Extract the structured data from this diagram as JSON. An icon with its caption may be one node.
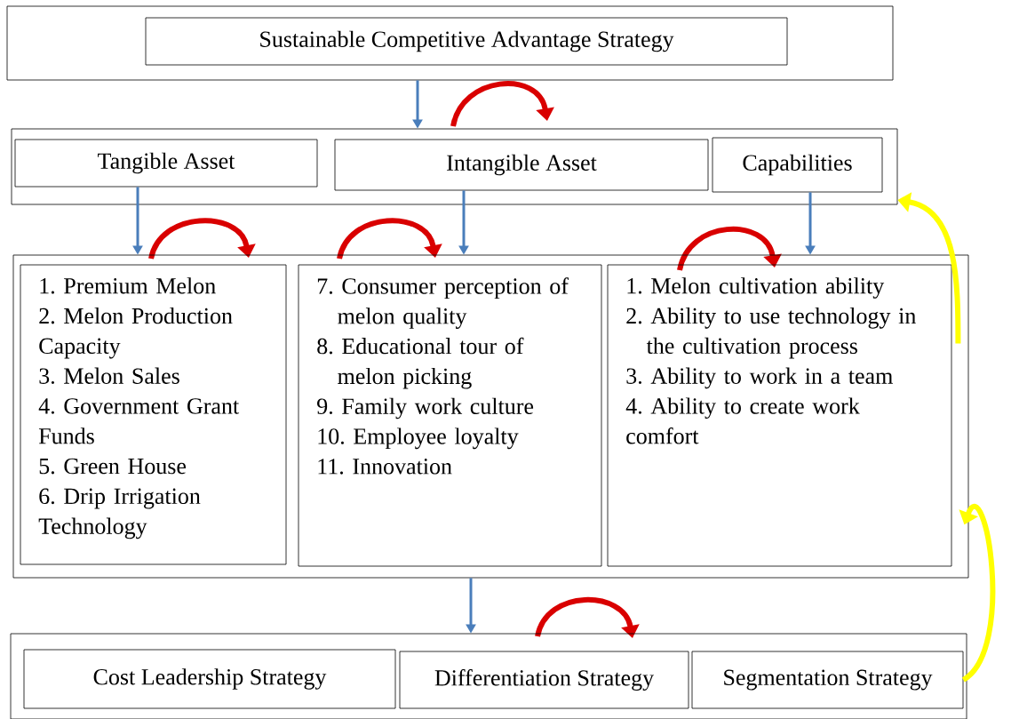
{
  "diagram": {
    "nodes": [
      {
        "text": [],
        "shape": "box"
      },
      {
        "text": [
          "Sustainable Competitive Advantage Strategy"
        ],
        "in": 0
      },
      {
        "text": [],
        "shape": "box"
      },
      {
        "text": [
          "Tangible Asset"
        ],
        "in": 2
      },
      {
        "text": [
          "Intangible Asset"
        ],
        "in": 2
      },
      {
        "text": [
          "Capabilities"
        ],
        "in": 2
      },
      {
        "text": [],
        "shape": "box"
      },
      {
        "text": [
          "1. Premium Melon",
          "2. Melon Production Capacity",
          "3. Melon Sales",
          "4. Government Grant Funds",
          "5. Green House",
          "6. Drip Irrigation Technology"
        ],
        "in": 6
      },
      {
        "text": [
          "7. Consumer perception of melon quality",
          "8. Educational tour of melon picking",
          "9. Family work culture",
          "10. Employee loyalty",
          "11. Innovation"
        ],
        "in": 6
      },
      {
        "text": [
          "1. Melon cultivation ability",
          "2. Ability to use technology in the cultivation process",
          "3. Ability to work in a team",
          "4. Ability to create work comfort"
        ],
        "in": 6
      },
      {
        "text": [],
        "shape": "box"
      },
      {
        "text": [
          "Cost Leadership Strategy"
        ],
        "in": 10
      },
      {
        "text": [
          "Differentiation Strategy"
        ],
        "in": 10
      },
      {
        "text": [
          "Segmentation Strategy"
        ],
        "in": 10
      }
    ],
    "edges": [
      {
        "from": 0,
        "to": 2,
        "arrow": "to"
      },
      {
        "from": 3,
        "to": 6,
        "arrow": "to"
      },
      {
        "from": 4,
        "to": 6,
        "arrow": "to"
      },
      {
        "from": 5,
        "to": 6,
        "arrow": "to"
      },
      {
        "from": 6,
        "to": 10,
        "arrow": "to"
      },
      {
        "from": 6,
        "to": 2,
        "arrow": "to",
        "style": "thick",
        "color": "#ffff00"
      },
      {
        "from": 13,
        "to": 6,
        "arrow": "to",
        "style": "thick",
        "color": "#ffff00"
      }
    ]
  }
}
